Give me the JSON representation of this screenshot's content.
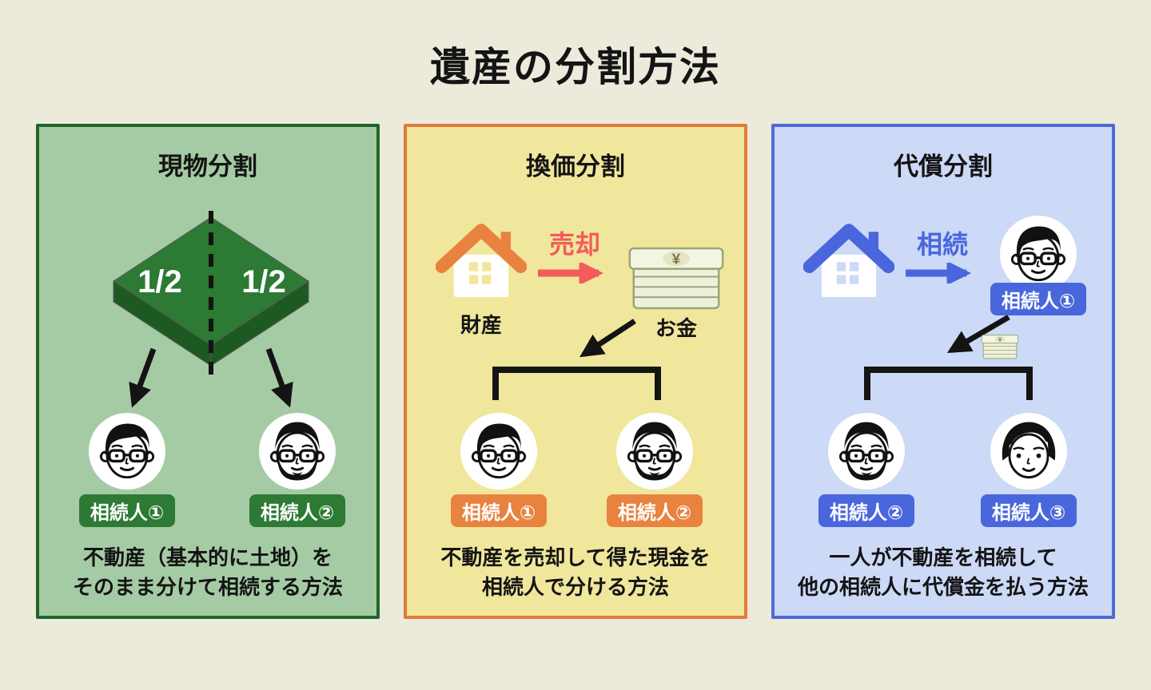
{
  "title": "遺産の分割方法",
  "theme": {
    "page_bg": "#ECEADB",
    "ink": "#141414",
    "green_border": "#20642A",
    "green_bg": "#A5CBA5",
    "green_accent": "#2C7A33",
    "land_side": "#1C5A22",
    "orange_border": "#E07B3A",
    "yellow_bg": "#F0E79D",
    "orange_accent": "#E8823F",
    "pink_accent": "#F25C5C",
    "blue_border": "#4F6AD9",
    "blue_bg": "#CCD9F7",
    "blue_accent": "#4A66DD",
    "money_fill": "#EEF0D9",
    "money_edge": "#9AA577",
    "money_mark": "#857448"
  },
  "panels": [
    {
      "header": "現物分割",
      "land": {
        "left_share": "1/2",
        "right_share": "1/2"
      },
      "heirs": [
        {
          "label": "相続人①"
        },
        {
          "label": "相続人②"
        }
      ],
      "caption": [
        "不動産（基本的に土地）を",
        "そのまま分けて相続する方法"
      ]
    },
    {
      "header": "換価分割",
      "asset_label": "財産",
      "action_label": "売却",
      "money_label": "お金",
      "heirs": [
        {
          "label": "相続人①"
        },
        {
          "label": "相続人②"
        }
      ],
      "caption": [
        "不動産を売却して得た現金を",
        "相続人で分ける方法"
      ]
    },
    {
      "header": "代償分割",
      "action_label": "相続",
      "primary_heir": {
        "label": "相続人①"
      },
      "heirs": [
        {
          "label": "相続人②"
        },
        {
          "label": "相続人③"
        }
      ],
      "caption": [
        "一人が不動産を相続して",
        "他の相続人に代償金を払う方法"
      ]
    }
  ]
}
